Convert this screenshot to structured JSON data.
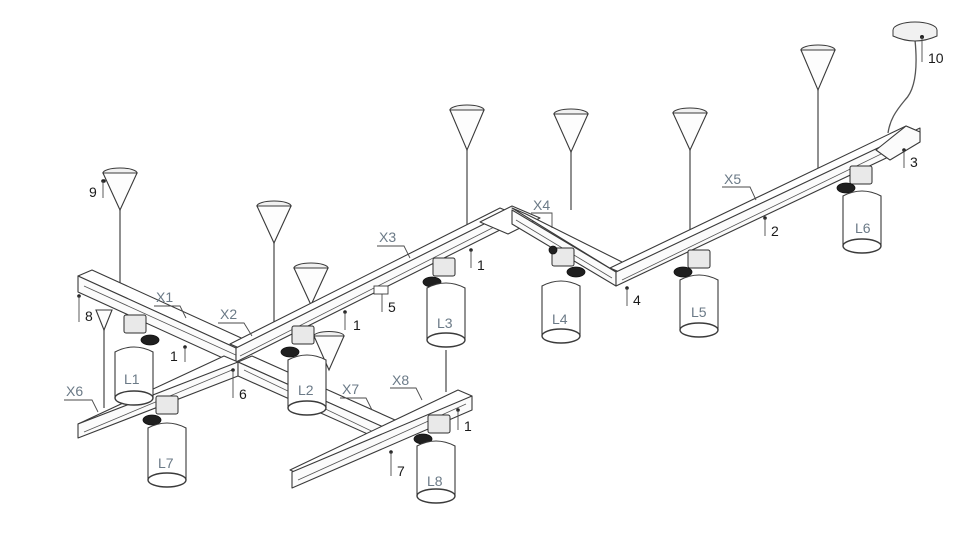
{
  "lamp_labels": {
    "l1": "L1",
    "l2": "L2",
    "l3": "L3",
    "l4": "L4",
    "l5": "L5",
    "l6": "L6",
    "l7": "L7",
    "l8": "L8"
  },
  "segment_labels": {
    "x1": "X1",
    "x2": "X2",
    "x3": "X3",
    "x4": "X4",
    "x5": "X5",
    "x6": "X6",
    "x7": "X7",
    "x8": "X8"
  },
  "part_callouts": {
    "c1a": "1",
    "c1b": "1",
    "c1c": "1",
    "c1d": "1",
    "c2": "2",
    "c3": "3",
    "c4": "4",
    "c5": "5",
    "c6": "6",
    "c7": "7",
    "c8": "8",
    "c9": "9",
    "c10": "10"
  },
  "colors": {
    "line": "#3a3a3a",
    "label_gray": "#6b7a87",
    "number_black": "#1a1a1a"
  }
}
